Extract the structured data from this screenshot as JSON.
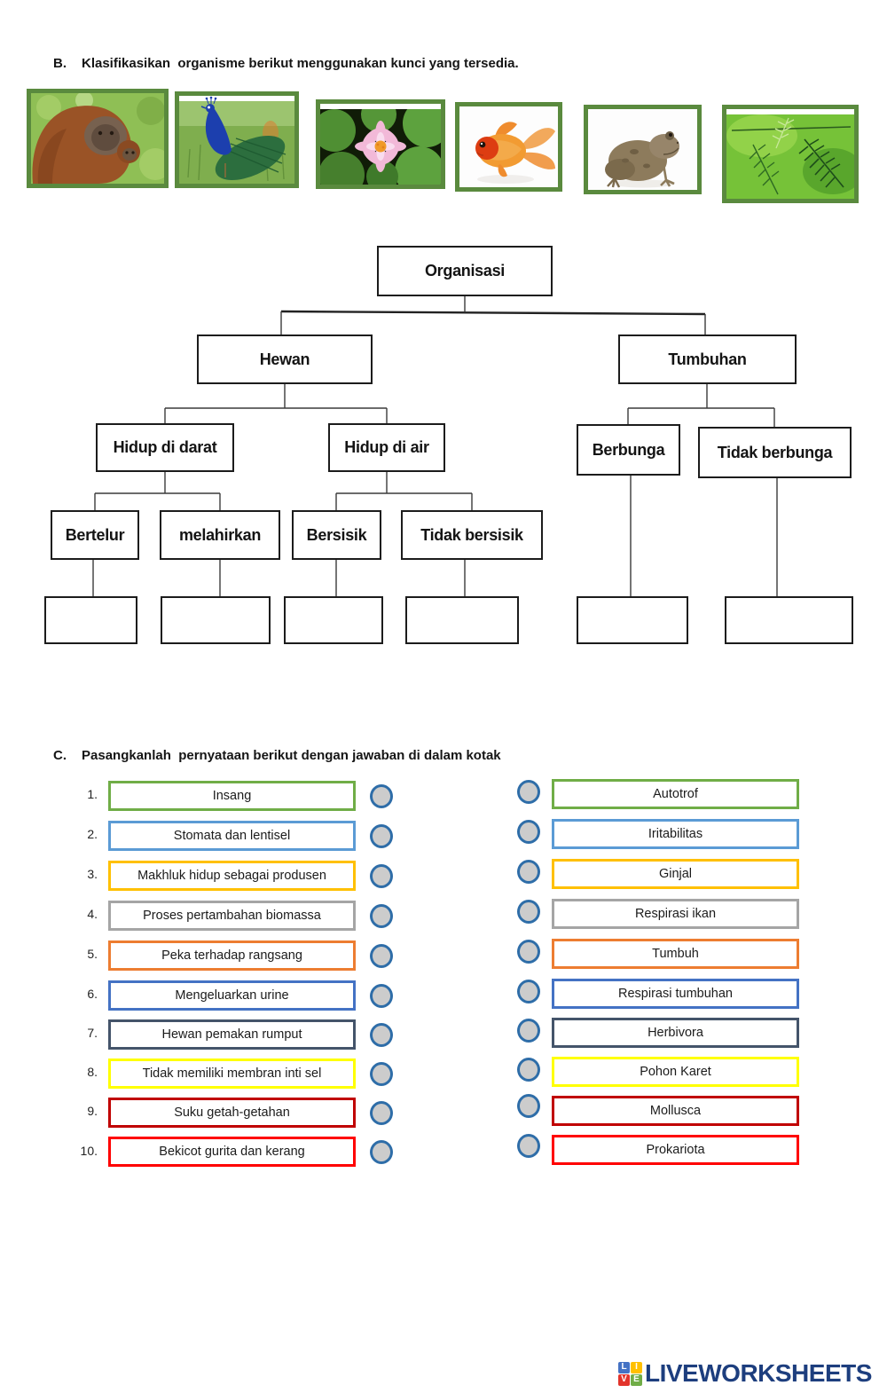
{
  "section_b": {
    "label": "B.",
    "title": "Klasifikasikan  organisme berikut menggunakan kunci yang tersedia."
  },
  "photos": [
    {
      "icon": "orangutan-photo"
    },
    {
      "icon": "peacock-photo"
    },
    {
      "icon": "water-lily-photo"
    },
    {
      "icon": "goldfish-photo"
    },
    {
      "icon": "frog-photo"
    },
    {
      "icon": "fern-photo"
    }
  ],
  "frame_color": "#5a8a3e",
  "tree": {
    "root": "Organisasi",
    "nodes": {
      "hewan": "Hewan",
      "tumbuhan": "Tumbuhan",
      "hidup_darat": "Hidup di darat",
      "hidup_air": "Hidup di air",
      "berbunga": "Berbunga",
      "tidak_berbunga": "Tidak berbunga",
      "bertelur": "Bertelur",
      "melahirkan": "melahirkan",
      "bersisik": "Bersisik",
      "tidak_bersisik": "Tidak bersisik"
    }
  },
  "section_c": {
    "label": "C.",
    "title": "Pasangkanlah  pernyataan berikut dengan jawaban di dalam kotak"
  },
  "matching": {
    "connector_fill": "#CCCCCC",
    "connector_border": "#2E6DA8",
    "rows": [
      {
        "num": "1.",
        "left": "Insang",
        "right": "Autotrof",
        "color": "#70AD47"
      },
      {
        "num": "2.",
        "left": "Stomata dan lentisel",
        "right": "Iritabilitas",
        "color": "#5B9BD5"
      },
      {
        "num": "3.",
        "left": "Makhluk hidup sebagai produsen",
        "right": "Ginjal",
        "color": "#FFC000"
      },
      {
        "num": "4.",
        "left": "Proses pertambahan biomassa",
        "right": "Respirasi ikan",
        "color": "#A5A5A5"
      },
      {
        "num": "5.",
        "left": "Peka terhadap rangsang",
        "right": "Tumbuh",
        "color": "#ED7D31"
      },
      {
        "num": "6.",
        "left": "Mengeluarkan urine",
        "right": "Respirasi tumbuhan",
        "color": "#4472C4"
      },
      {
        "num": "7.",
        "left": "Hewan pemakan rumput",
        "right": "Herbivora",
        "color": "#44546A"
      },
      {
        "num": "8.",
        "left": "Tidak memiliki membran inti sel",
        "right": "Pohon Karet",
        "color": "#FFFF00"
      },
      {
        "num": "9.",
        "left": "Suku getah-getahan",
        "right": "Mollusca",
        "color": "#C00000"
      },
      {
        "num": "10.",
        "left": "Bekicot gurita dan kerang",
        "right": "Prokariota",
        "color": "#FF0000"
      }
    ]
  },
  "footer": {
    "brand": "LIVEWORKSHEETS",
    "brand_color": "#1D3E7E",
    "logo": [
      {
        "ch": "L",
        "bg": "#4472C4"
      },
      {
        "ch": "I",
        "bg": "#FFC000"
      },
      {
        "ch": "V",
        "bg": "#E2342B"
      },
      {
        "ch": "E",
        "bg": "#70AD47"
      }
    ]
  }
}
